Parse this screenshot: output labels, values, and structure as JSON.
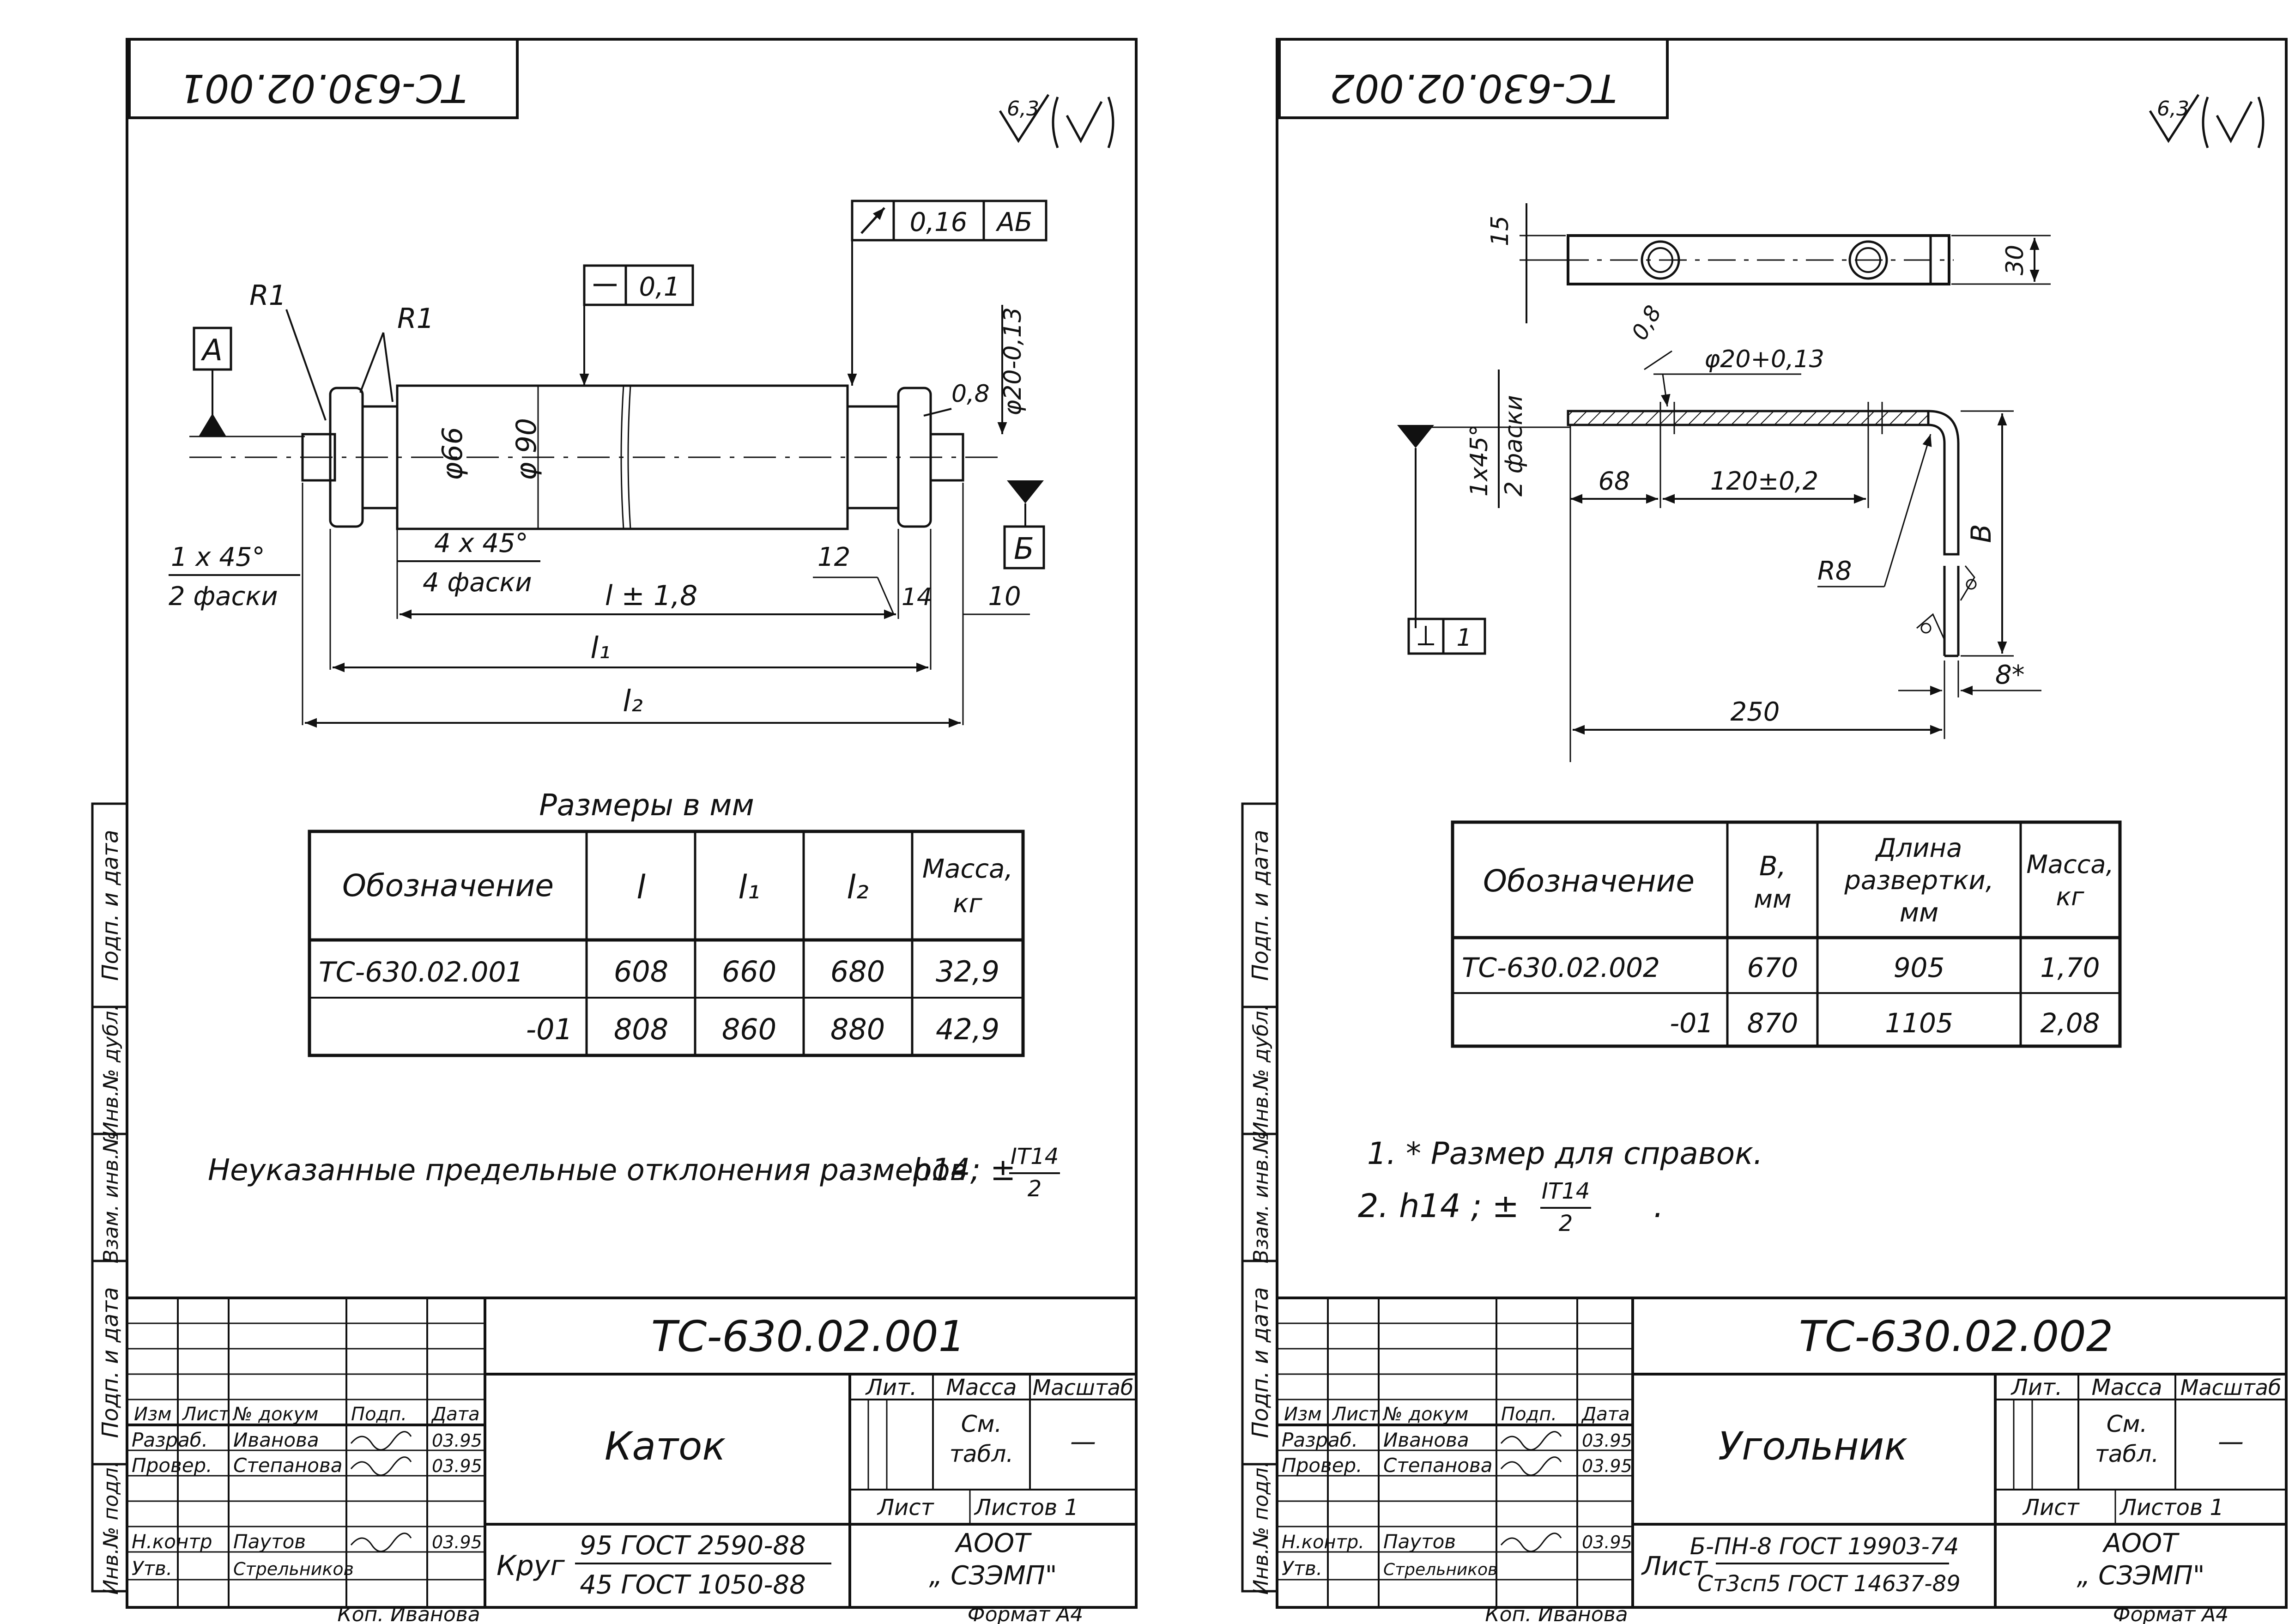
{
  "sheets": [
    {
      "stamp_top": "ТС-630.02.001",
      "roughness": "6,3",
      "drawing": {
        "datum_a": "А",
        "datum_b": "Б",
        "fcf_straight": "0,1",
        "fcf_runout_val": "0,16",
        "fcf_runout_ref": "АБ",
        "r1a": "R1",
        "r1b": "R1",
        "dia66": "φ66",
        "dia90": "φ 90",
        "dia20": "φ20-0,13",
        "ch08": "0,8",
        "ch1x45": "1 x 45°",
        "ch1x45_sub": "2 фаски",
        "ch4x45": "4 x 45°",
        "ch4x45_sub": "4 фаски",
        "dim_l": "l ± 1,8",
        "dim_12": "12",
        "dim_14": "14",
        "dim_10": "10",
        "dim_l1": "l₁",
        "dim_l2": "l₂"
      },
      "table_caption": "Размеры в мм",
      "table": {
        "headers": [
          "Обозначение",
          "l",
          "l₁",
          "l₂",
          "Масса,",
          "кг"
        ],
        "rows": [
          [
            "ТС-630.02.001",
            "608",
            "660",
            "680",
            "32,9"
          ],
          [
            "-01",
            "808",
            "860",
            "880",
            "42,9"
          ]
        ]
      },
      "notes": [
        "Неуказанные предельные отклонения размеров",
        "h14; ±",
        "IT14",
        "2"
      ],
      "title_block": {
        "code": "ТС-630.02.001",
        "name": "Каток",
        "hdr": [
          "Изм",
          "Лист",
          "№ докум",
          "Подп.",
          "Дата"
        ],
        "roles": [
          "Разраб.",
          "Провер.",
          "Н.контр",
          "Утв."
        ],
        "people": [
          "Иванова",
          "Степанова",
          "Паутов",
          "Стрельников"
        ],
        "dates": [
          "03.95",
          "03.95",
          "03.95"
        ],
        "lit": "Лит.",
        "mass": "Масса",
        "scale": "Масштаб",
        "mass_val": [
          "См.",
          "табл."
        ],
        "scale_val": "—",
        "sheet": "Лист",
        "sheets": "Листов 1",
        "material_prefix": "Круг",
        "material_top": "95 ГОСТ 2590-88",
        "material_bottom": "45 ГОСТ 1050-88",
        "org": [
          "АООТ",
          "„ СЗЭМП\""
        ]
      },
      "side": [
        "Подп. и дата",
        "Инв.№ дубл.",
        "Взам. инв.№",
        "Подп. и дата",
        "Инв.№ подл."
      ],
      "footer_left": "Коп. Иванова",
      "footer_right": "Формат А4"
    },
    {
      "stamp_top": "ТС-630.02.002",
      "roughness": "6,3",
      "drawing": {
        "dim_15": "15",
        "dim_30": "30",
        "ch08": "0,8",
        "dia20": "φ20+0,13",
        "ch1x45": "1x45°",
        "ch1x45_sub": "2 фаски",
        "dim_68": "68",
        "dim_120": "120±0,2",
        "dim_b": "В",
        "r8": "R8",
        "dim_250": "250",
        "dim_8": "8*",
        "fcf_perp": "1"
      },
      "table": {
        "headers": [
          "Обозначение",
          "В,",
          "мм",
          "Длина",
          "развертки,",
          "мм",
          "Масса,",
          "кг"
        ],
        "rows": [
          [
            "ТС-630.02.002",
            "670",
            "905",
            "1,70"
          ],
          [
            "-01",
            "870",
            "1105",
            "2,08"
          ]
        ]
      },
      "notes": [
        "1. * Размер для справок.",
        "2.  h14 ;  ±",
        "IT14",
        "2",
        "."
      ],
      "title_block": {
        "code": "ТС-630.02.002",
        "name": "Угольник",
        "hdr": [
          "Изм",
          "Лист",
          "№ докум",
          "Подп.",
          "Дата"
        ],
        "roles": [
          "Разраб.",
          "Провер.",
          "Н.контр.",
          "Утв."
        ],
        "people": [
          "Иванова",
          "Степанова",
          "Паутов",
          "Стрельников"
        ],
        "dates": [
          "03.95",
          "03.95",
          "03.95"
        ],
        "lit": "Лит.",
        "mass": "Масса",
        "scale": "Масштаб",
        "mass_val": [
          "См.",
          "табл."
        ],
        "scale_val": "—",
        "sheet": "Лист",
        "sheets": "Листов 1",
        "material_prefix": "Лист",
        "material_top": "Б-ПН-8 ГОСТ 19903-74",
        "material_bottom": "Ст3сп5 ГОСТ 14637-89",
        "org": [
          "АООТ",
          "„ СЗЭМП\""
        ]
      },
      "side": [
        "Подп. и дата",
        "Инв.№ дубл.",
        "Взам. инв.№",
        "Подп. и дата",
        "Инв.№ подл."
      ],
      "footer_left": "Коп. Иванова",
      "footer_right": "Формат А4"
    }
  ]
}
